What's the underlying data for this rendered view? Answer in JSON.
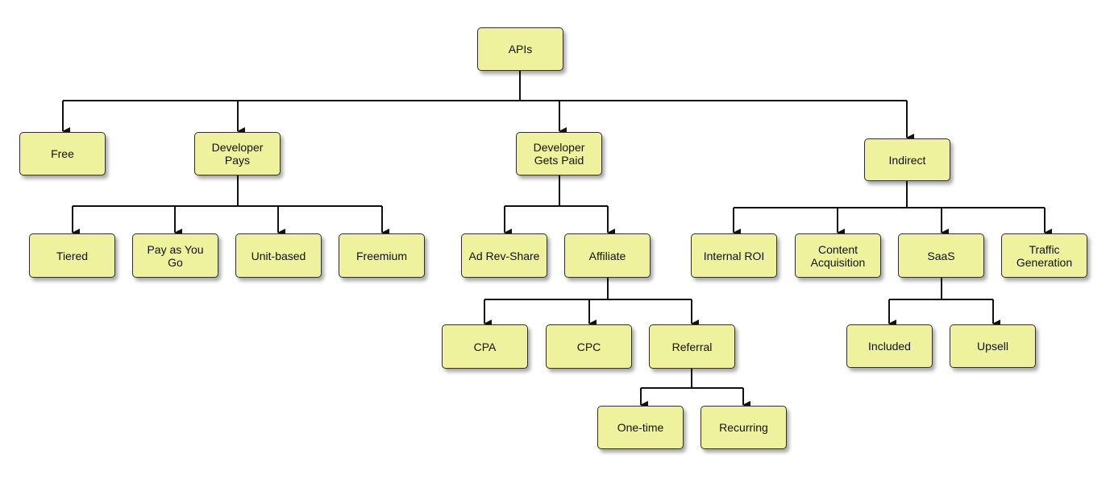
{
  "nodes": {
    "apis": "APIs",
    "free": "Free",
    "developer_pays": "Developer\nPays",
    "developer_gets_paid": "Developer\nGets Paid",
    "indirect": "Indirect",
    "tiered": "Tiered",
    "pay_as_you_go": "Pay as You\nGo",
    "unit_based": "Unit-based",
    "freemium": "Freemium",
    "ad_rev_share": "Ad Rev-Share",
    "affiliate": "Affiliate",
    "internal_roi": "Internal ROI",
    "content_acquisition": "Content\nAcquisition",
    "saas": "SaaS",
    "traffic_generation": "Traffic\nGeneration",
    "cpa": "CPA",
    "cpc": "CPC",
    "referral": "Referral",
    "included": "Included",
    "upsell": "Upsell",
    "one_time": "One-time",
    "recurring": "Recurring"
  },
  "colors": {
    "node_fill": "#eef29c",
    "node_border": "#2f2f2f",
    "connector": "#111111"
  }
}
